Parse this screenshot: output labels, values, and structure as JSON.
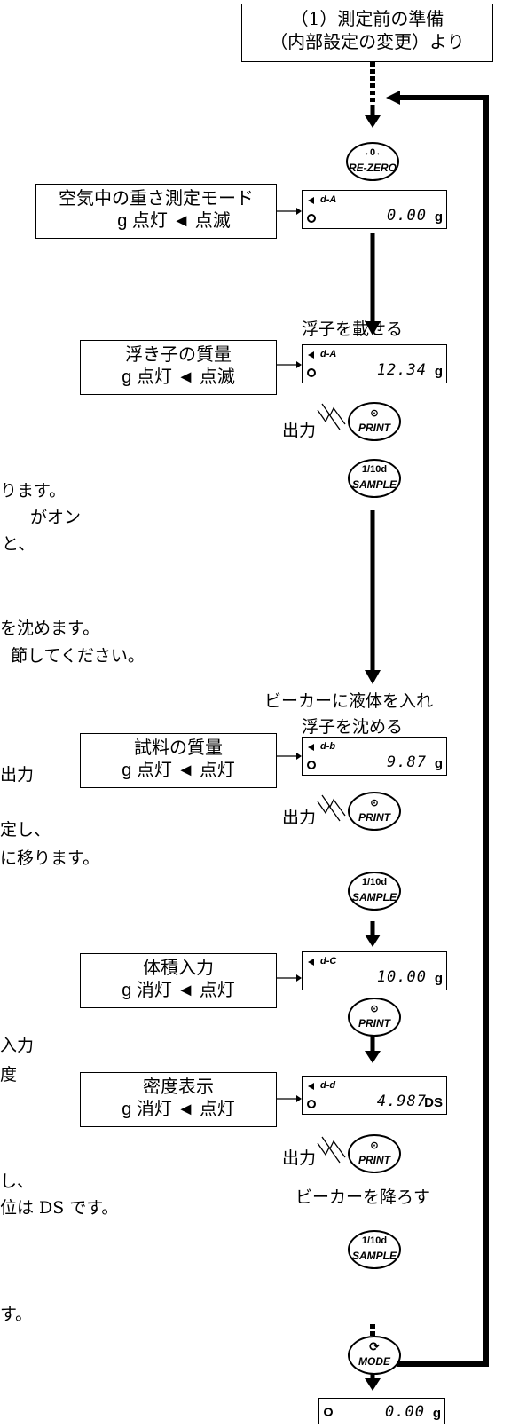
{
  "header": {
    "line1": "（1）測定前の準備",
    "line2": "（内部設定の変更）より"
  },
  "keys": {
    "rezero_top": "→0←",
    "rezero": "RE-ZERO",
    "print_top": "⊙",
    "print": "PRINT",
    "sample_top": "1/10d",
    "sample": "SAMPLE",
    "mode": "MODE"
  },
  "states": {
    "air_title": "空気中の重さ測定モード",
    "air_sub": "g 点灯 ◄ 点滅",
    "float_title": "浮き子の質量",
    "float_sub": "g 点灯 ◄ 点滅",
    "sample_title": "試料の質量",
    "sample_sub": "g 点灯 ◄ 点灯",
    "volume_title": "体積入力",
    "volume_sub": "g 消灯 ◄ 点灯",
    "density_title": "密度表示",
    "density_sub": "g 消灯 ◄ 点灯"
  },
  "displays": {
    "d1_mode": "d-A",
    "d1_value": "0.00",
    "d1_unit": "g",
    "d2_mode": "d-A",
    "d2_value": "12.34",
    "d2_unit": "g",
    "d3_mode": "d-b",
    "d3_value": "9.87",
    "d3_unit": "g",
    "d4_mode": "d-C",
    "d4_value": "10.00",
    "d4_unit": "g",
    "d5_mode": "d-d",
    "d5_value": "4.987",
    "d5_unit": "DS",
    "d6_value": "0.00",
    "d6_unit": "g"
  },
  "annotations": {
    "put_float": "浮子を載せる",
    "output": "出力",
    "beaker1": "ビーカーに液体を入れ",
    "beaker2": "浮子を沈める",
    "lower_beaker": "ビーカーを降ろす"
  },
  "side_text": {
    "t1": "ります。",
    "t2": "がオン",
    "t3": "と、",
    "t4": "を沈めます。",
    "t5": "節してください。",
    "t6": "出力",
    "t7": "定し、",
    "t8": "に移ります。",
    "t9": "入力",
    "t10": "度",
    "t11": "し、",
    "t12": "位は DS です。",
    "t13": "す。"
  }
}
